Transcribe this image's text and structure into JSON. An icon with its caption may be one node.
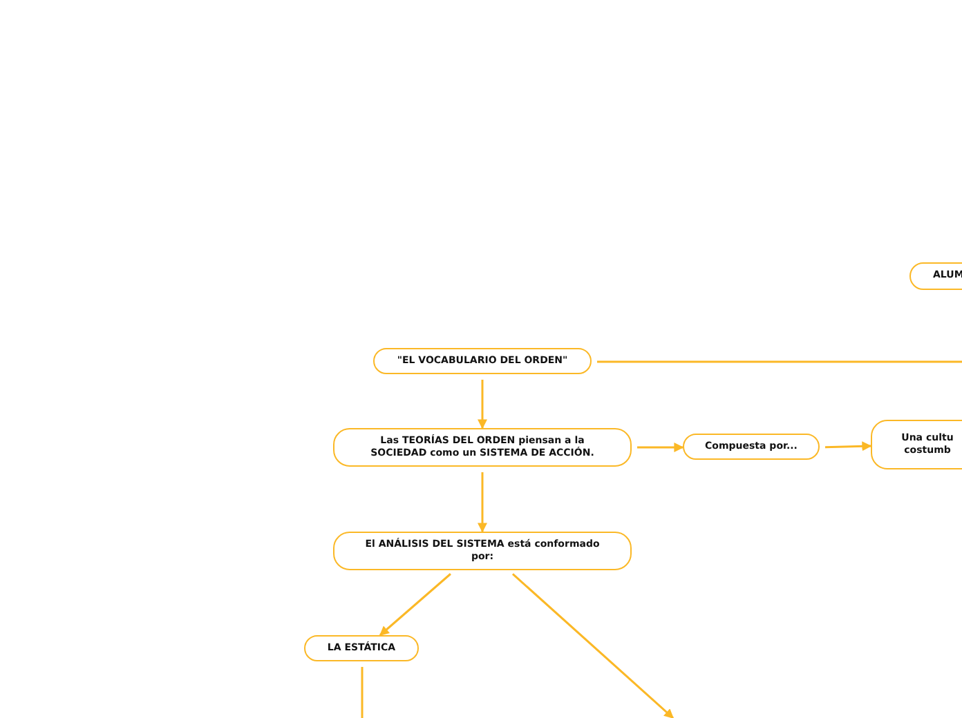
{
  "diagram": {
    "nodes": [
      {
        "text": [
          "ALUM"
        ]
      },
      {
        "text": [
          "\"EL VOCABULARIO DEL ORDEN\""
        ]
      },
      {
        "text": [
          "Las TEORÍAS DEL ORDEN piensan a la SOCIEDAD como un SISTEMA DE ACCIÓN."
        ]
      },
      {
        "text": [
          "Compuesta por..."
        ]
      },
      {
        "text": [
          "Una cultu costumb"
        ]
      },
      {
        "text": [
          "El ANÁLISIS DEL SISTEMA está conformado por:"
        ]
      },
      {
        "text": [
          "LA ESTÁTICA"
        ]
      }
    ],
    "edges": [
      {
        "from": 1,
        "to": null,
        "arrow": "none"
      },
      {
        "from": 1,
        "to": 2,
        "arrow": "to"
      },
      {
        "from": 2,
        "to": 3,
        "arrow": "to"
      },
      {
        "from": 3,
        "to": 4,
        "arrow": "to"
      },
      {
        "from": 2,
        "to": 5,
        "arrow": "to"
      },
      {
        "from": 5,
        "to": 6,
        "arrow": "to"
      },
      {
        "from": 5,
        "to": null,
        "arrow": "to"
      },
      {
        "from": 6,
        "to": null,
        "arrow": "none"
      }
    ]
  }
}
